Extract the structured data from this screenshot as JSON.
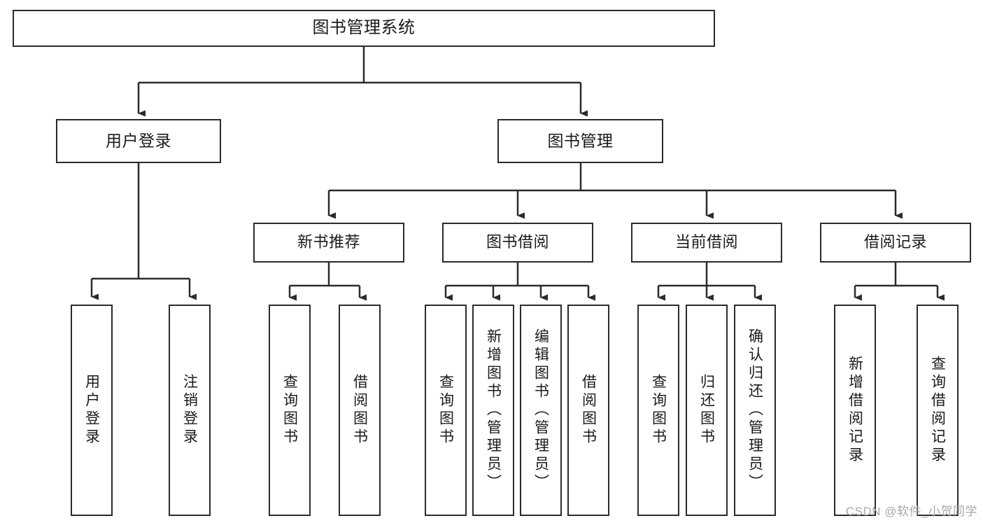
{
  "diagram": {
    "title": "图书管理系统",
    "type": "tree-hierarchy",
    "root": {
      "label": "图书管理系统"
    },
    "level2": [
      {
        "label": "用户登录"
      },
      {
        "label": "图书管理"
      }
    ],
    "level3": [
      {
        "label": "新书推荐"
      },
      {
        "label": "图书借阅"
      },
      {
        "label": "当前借阅"
      },
      {
        "label": "借阅记录"
      }
    ],
    "leaves": {
      "user_login": [
        {
          "label": "用户登录"
        },
        {
          "label": "注销登录"
        }
      ],
      "new_book_recommend": [
        {
          "label": "查询图书"
        },
        {
          "label": "借阅图书"
        }
      ],
      "book_borrow": [
        {
          "label": "查询图书"
        },
        {
          "label": "新增图书（管理员）"
        },
        {
          "label": "编辑图书（管理员）"
        },
        {
          "label": "借阅图书"
        }
      ],
      "current_borrow": [
        {
          "label": "查询图书"
        },
        {
          "label": "归还图书"
        },
        {
          "label": "确认归还（管理员）"
        }
      ],
      "borrow_record": [
        {
          "label": "新增借阅记录"
        },
        {
          "label": "查询借阅记录"
        }
      ]
    }
  },
  "watermark": {
    "text": "CSDN @软件_小贺同学"
  },
  "colors": {
    "border": "#2b2b2b",
    "background": "#ffffff",
    "text": "#1a1a1a",
    "watermark": "#a8a8a8"
  }
}
